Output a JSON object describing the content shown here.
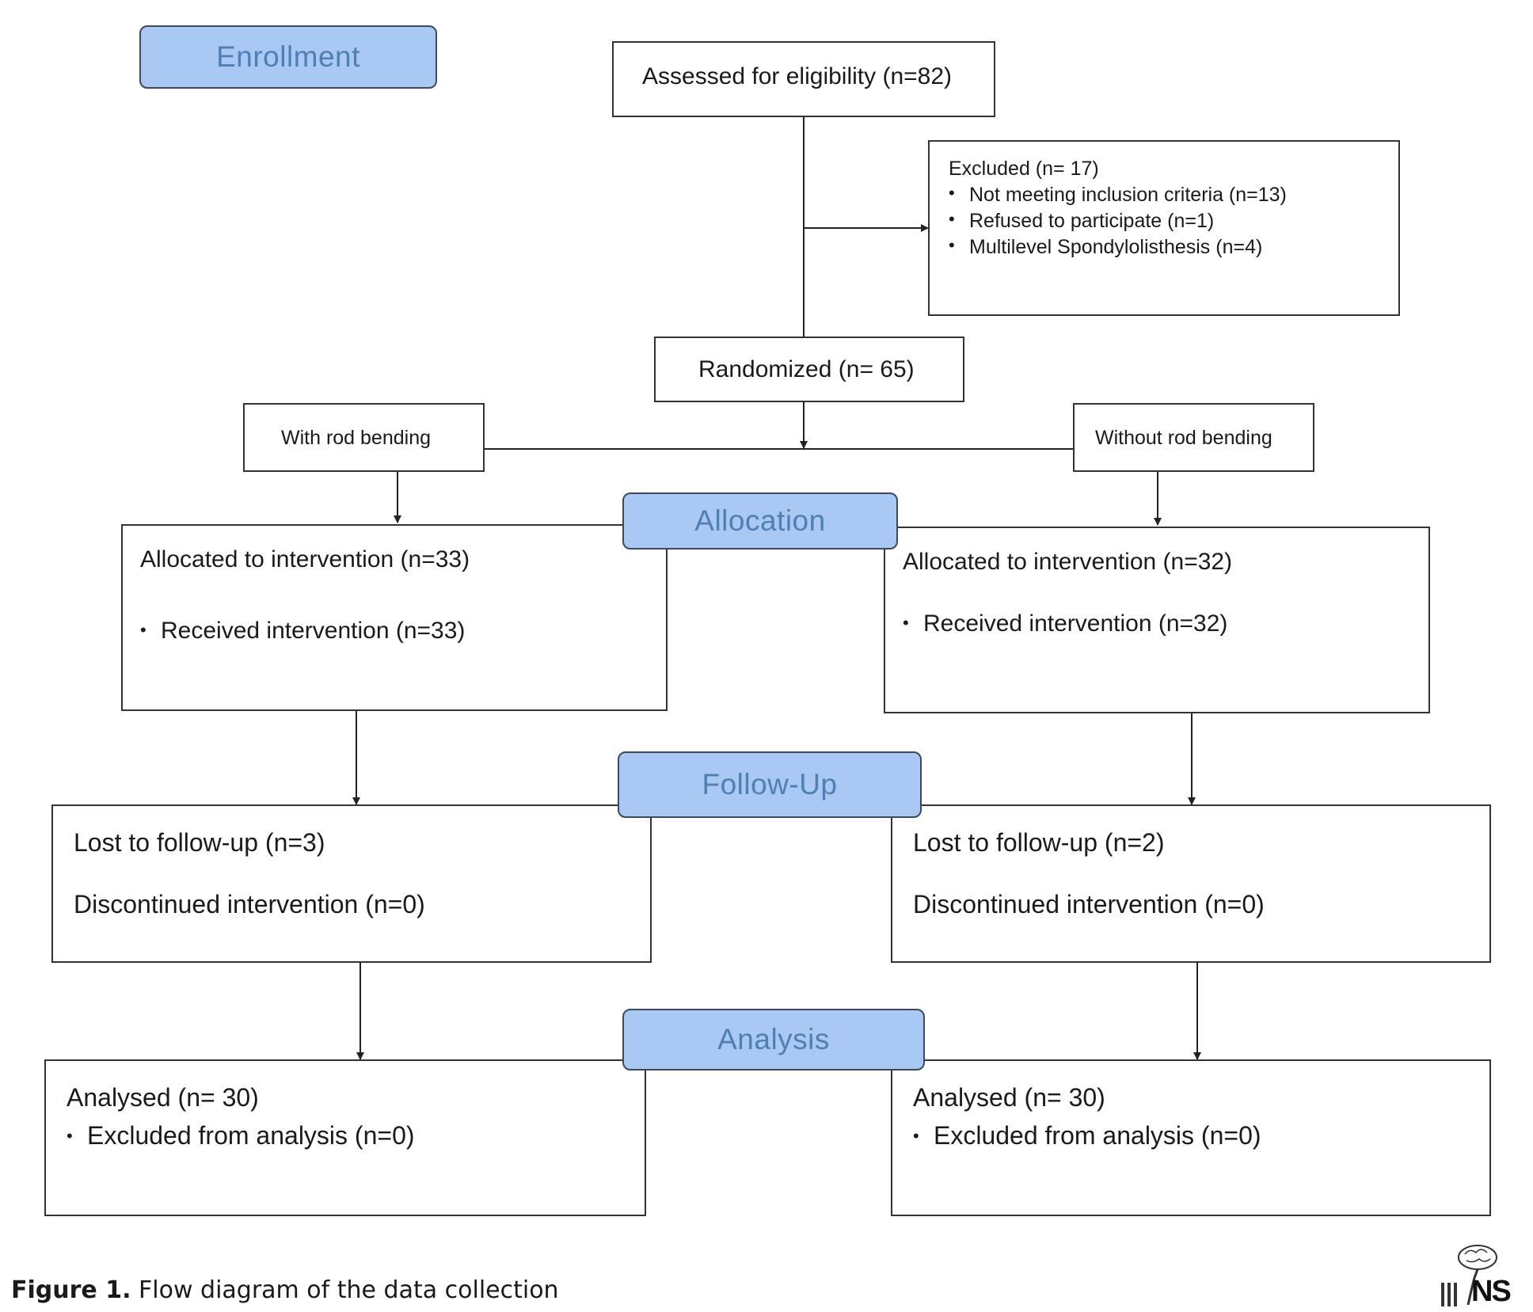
{
  "phases": {
    "enrollment": "Enrollment",
    "allocation": "Allocation",
    "follow_up": "Follow-Up",
    "analysis": "Analysis"
  },
  "nodes": {
    "assessed": "Assessed for eligibility (n=82)",
    "excluded": {
      "title": "Excluded (n= 17)",
      "items": [
        "Not meeting inclusion criteria (n=13)",
        "Refused to participate (n=1)",
        "Multilevel Spondylolisthesis (n=4)"
      ]
    },
    "randomized": "Randomized (n= 65)",
    "with_rod": "With rod bending",
    "without_rod": "Without rod bending",
    "allocated_left": {
      "title": "Allocated to intervention (n=33)",
      "item": "Received intervention (n=33)"
    },
    "allocated_right": {
      "title": "Allocated to intervention (n=32)",
      "item": "Received intervention (n=32)"
    },
    "followup_left": {
      "lost": "Lost to follow-up (n=3)",
      "discontinued": "Discontinued intervention (n=0)"
    },
    "followup_right": {
      "lost": "Lost to follow-up (n=2)",
      "discontinued": "Discontinued intervention (n=0)"
    },
    "analysis_left": {
      "analysed": "Analysed (n= 30)",
      "excluded": "Excluded from analysis (n=0)"
    },
    "analysis_right": {
      "analysed": "Analysed (n= 30)",
      "excluded": "Excluded from analysis (n=0)"
    }
  },
  "caption": {
    "label": "Figure 1.",
    "text": " Flow diagram of the data collection"
  },
  "logo": {
    "text": "NS",
    "icon": "brain-icon"
  },
  "colors": {
    "phase_fill": "#a9c8f3",
    "phase_text": "#4f7fb3",
    "line": "#222222"
  }
}
